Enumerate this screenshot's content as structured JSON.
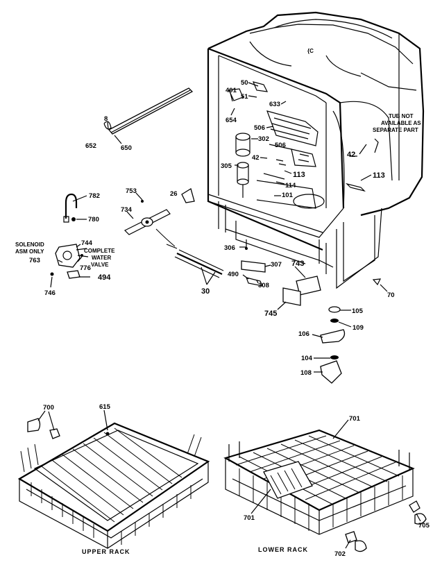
{
  "labels": {
    "p50": "50",
    "p401": "401",
    "p51": "51",
    "p633": "633",
    "p654": "654",
    "p506a": "506",
    "p302": "302",
    "p506b": "506",
    "p42a": "42",
    "p305": "305",
    "p113a": "113",
    "p114": "114",
    "p101": "101",
    "p42b": "42",
    "p113b": "113",
    "p8": "8",
    "p652": "652",
    "p650": "650",
    "p782": "782",
    "p780": "780",
    "p753": "753",
    "p26": "26",
    "p734": "734",
    "p744": "744",
    "p763": "763",
    "p776": "776",
    "p494": "494",
    "p746": "746",
    "p30": "30",
    "p306": "306",
    "p307": "307",
    "p490": "490",
    "p308": "308",
    "p743": "743",
    "p745": "745",
    "p70": "70",
    "p105": "105",
    "p109": "109",
    "p106": "106",
    "p104": "104",
    "p108": "108",
    "p700": "700",
    "p615": "615",
    "p701a": "701",
    "p701b": "701",
    "p705": "705",
    "p702": "702"
  },
  "notes": {
    "tub_line1": "TUB NOT",
    "tub_line2": "AVAILABLE AS",
    "tub_line3": "SEPARATE PART",
    "solenoid_line1": "SOLENOID",
    "solenoid_line2": "ASM ONLY",
    "valve_line1": "COMPLETE",
    "valve_line2": "WATER",
    "valve_line3": "VALVE"
  },
  "captions": {
    "upper_rack": "UPPER RACK",
    "lower_rack": "LOWER RACK"
  }
}
